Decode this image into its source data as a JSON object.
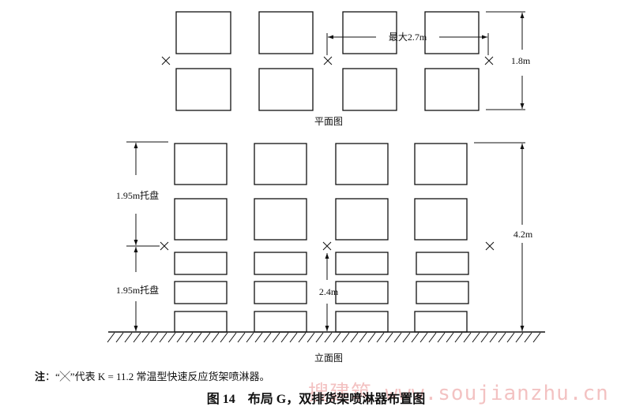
{
  "plan": {
    "title": "平面图",
    "dim_width": "最大2.7m",
    "dim_height": "1.8m"
  },
  "elevation": {
    "title": "立面图",
    "dim_pallet_top": "1.95m托盘",
    "dim_pallet_bottom": "1.95m托盘",
    "dim_sprinkler_height": "2.4m",
    "dim_total_height": "4.2m"
  },
  "note": {
    "label": "注",
    "sep": "：",
    "text": "“╳”代表 K = 11.2 常温型快速反应货架喷淋器。"
  },
  "caption": "图 14　布局 G，双排货架喷淋器布置图",
  "watermark": "搜建筑 www.soujianzhu.cn"
}
